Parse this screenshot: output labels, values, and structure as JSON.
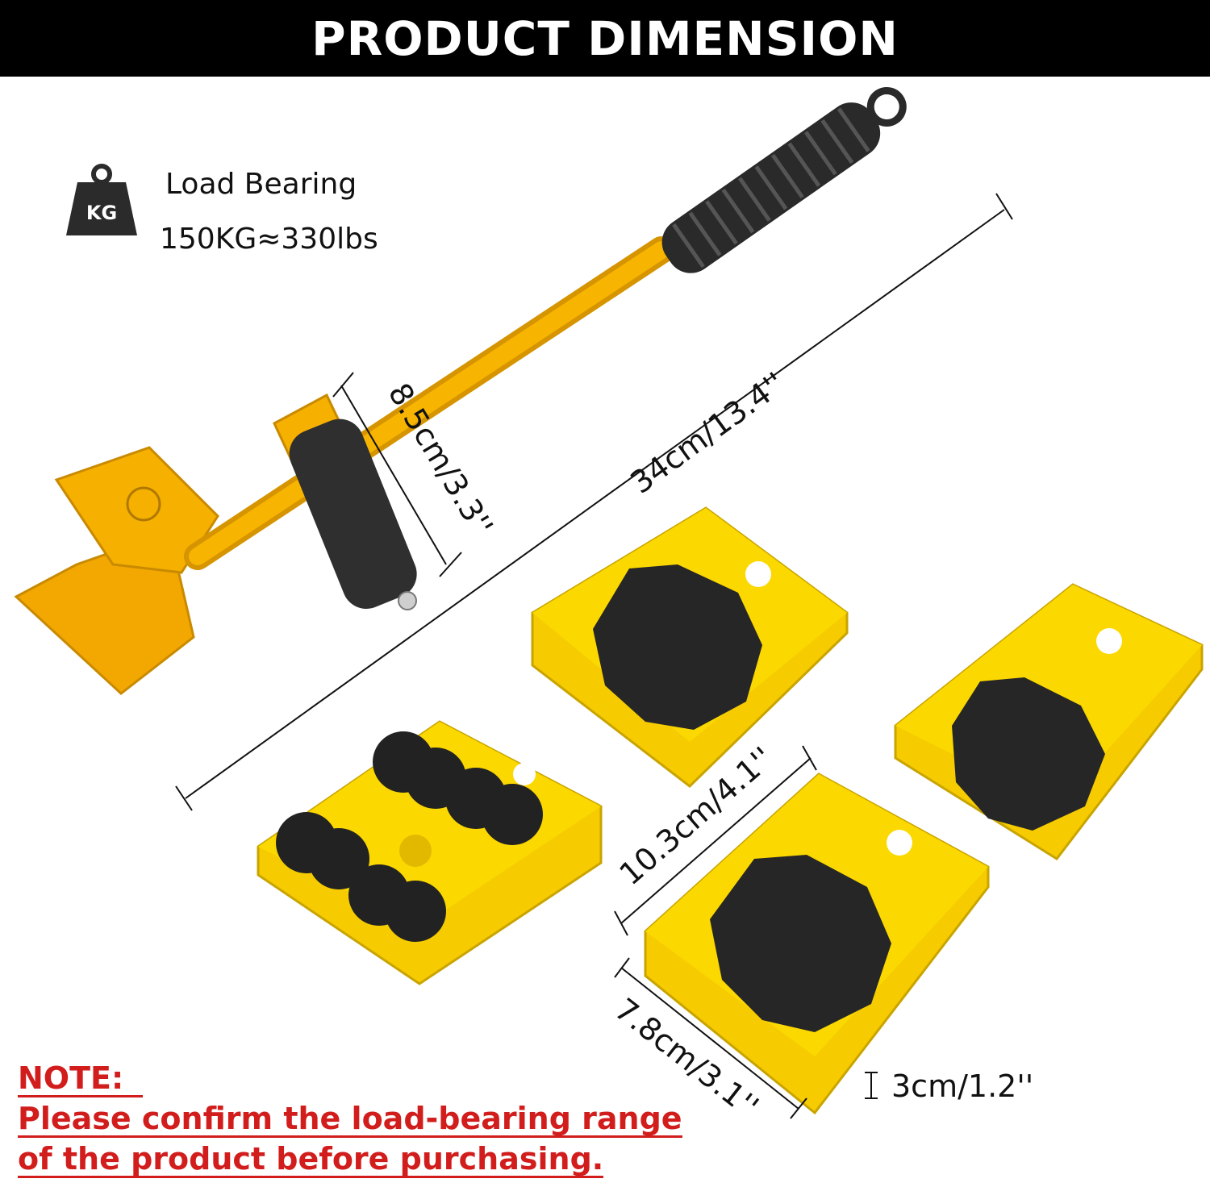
{
  "banner": {
    "title": "PRODUCT DIMENSION"
  },
  "load": {
    "icon_label": "KG",
    "title": "Load Bearing",
    "value": "150KG≈330lbs"
  },
  "dimensions": {
    "lever_length": "34cm/13.4''",
    "wheel_width": "8.5cm/3.3''",
    "slider_length": "10.3cm/4.1''",
    "slider_width": "7.8cm/3.1''",
    "slider_height": "3cm/1.2''"
  },
  "note": {
    "heading": "NOTE:",
    "line1": "Please confirm the load-bearing range",
    "line2": "of the product before purchasing."
  },
  "colors": {
    "banner_bg": "#000000",
    "product_yellow": "#f5c400",
    "lever_orange": "#f2a800",
    "rubber_black": "#2a2a2a",
    "note_red": "#d21d1d"
  }
}
